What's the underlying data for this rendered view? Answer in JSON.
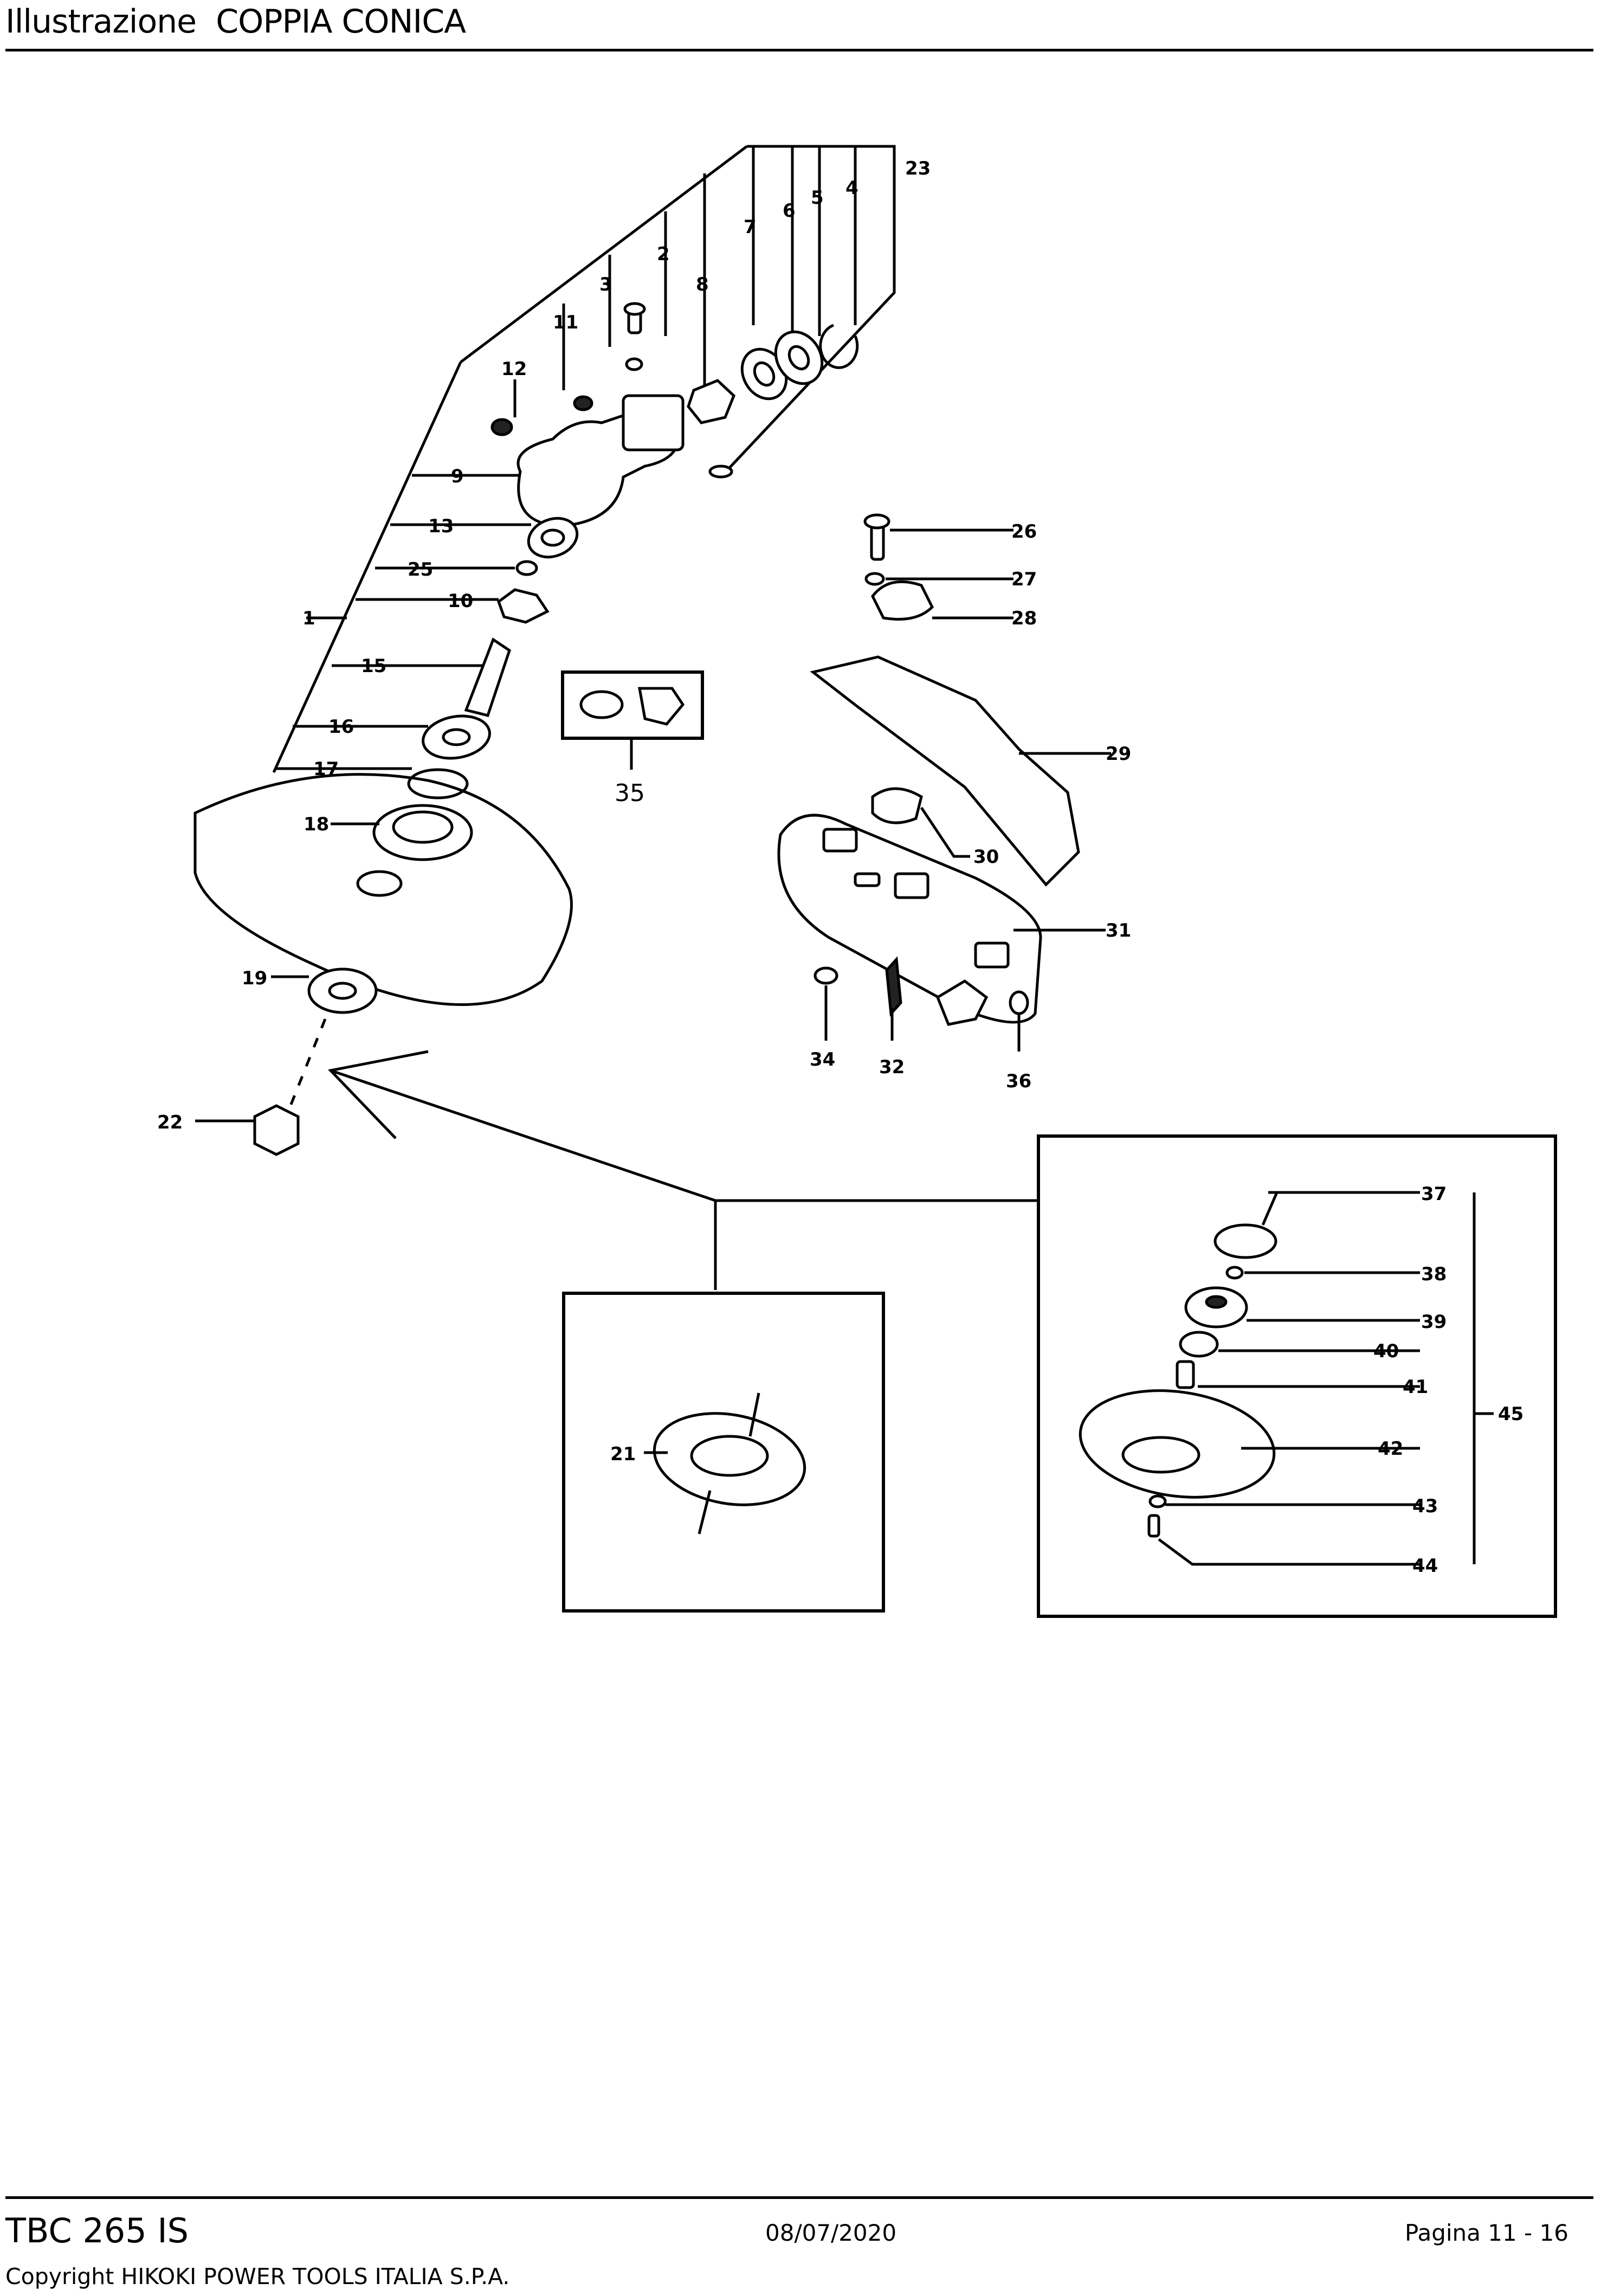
{
  "header": {
    "title": "Illustrazione  COPPIA CONICA"
  },
  "footer": {
    "model": "TBC 265 IS",
    "date": "08/07/2020",
    "page": "Pagina 11 - 16",
    "copyright": "Copyright HIKOKI POWER TOOLS ITALIA S.P.A."
  },
  "diagram": {
    "callouts": [
      "1",
      "2",
      "3",
      "4",
      "5",
      "6",
      "7",
      "8",
      "9",
      "10",
      "11",
      "12",
      "13",
      "15",
      "16",
      "17",
      "18",
      "19",
      "21",
      "22",
      "23",
      "25",
      "26",
      "27",
      "28",
      "29",
      "30",
      "31",
      "32",
      "34",
      "35",
      "36",
      "37",
      "38",
      "39",
      "40",
      "41",
      "42",
      "43",
      "44",
      "45"
    ]
  }
}
